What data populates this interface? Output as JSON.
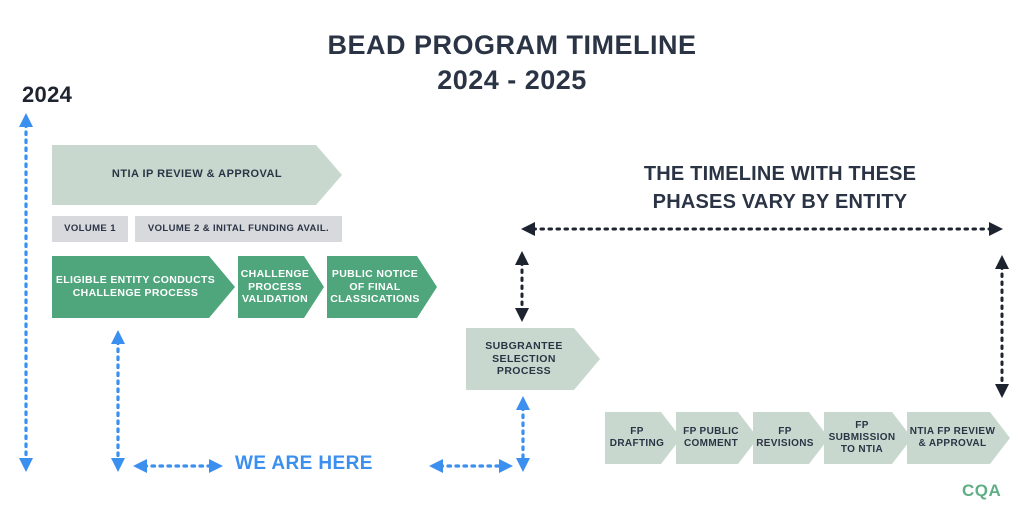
{
  "header": {
    "title_line1": "BEAD PROGRAM TIMELINE",
    "title_line2": "2024 - 2025"
  },
  "year_label": "2024",
  "side_heading": {
    "line1": "THE TIMELINE WITH THESE",
    "line2": "PHASES VARY BY ENTITY"
  },
  "phases": {
    "ntia_ip_review": "NTIA IP REVIEW & APPROVAL",
    "volume_1": "VOLUME 1",
    "volume_2": "VOLUME 2 & INITAL FUNDING AVAIL.",
    "challenge_process": "ELIGIBLE ENTITY CONDUCTS CHALLENGE PROCESS",
    "challenge_validation": "CHALLENGE PROCESS VALIDATION",
    "public_notice": "PUBLIC NOTICE OF FINAL CLASSICATIONS",
    "subgrantee": "SUBGRANTEE SELECTION PROCESS"
  },
  "fp_steps": [
    {
      "label": "FP DRAFTING"
    },
    {
      "label": "FP PUBLIC COMMENT"
    },
    {
      "label": "FP REVISIONS"
    },
    {
      "label": "FP SUBMISSION TO NTIA"
    },
    {
      "label": "NTIA FP REVIEW & APPROVAL"
    }
  ],
  "marker": {
    "we_are_here": "WE ARE HERE"
  },
  "logo": {
    "text": "CQA"
  },
  "colors": {
    "title_navy": "#2B3445",
    "sage": "#C9D8CE",
    "green": "#4FA57C",
    "gray": "#D7D9DD",
    "blue": "#3B8FEF",
    "black_dotted": "#1D2430",
    "logo_green": "#5FAE86",
    "background": "#FFFFFF"
  }
}
